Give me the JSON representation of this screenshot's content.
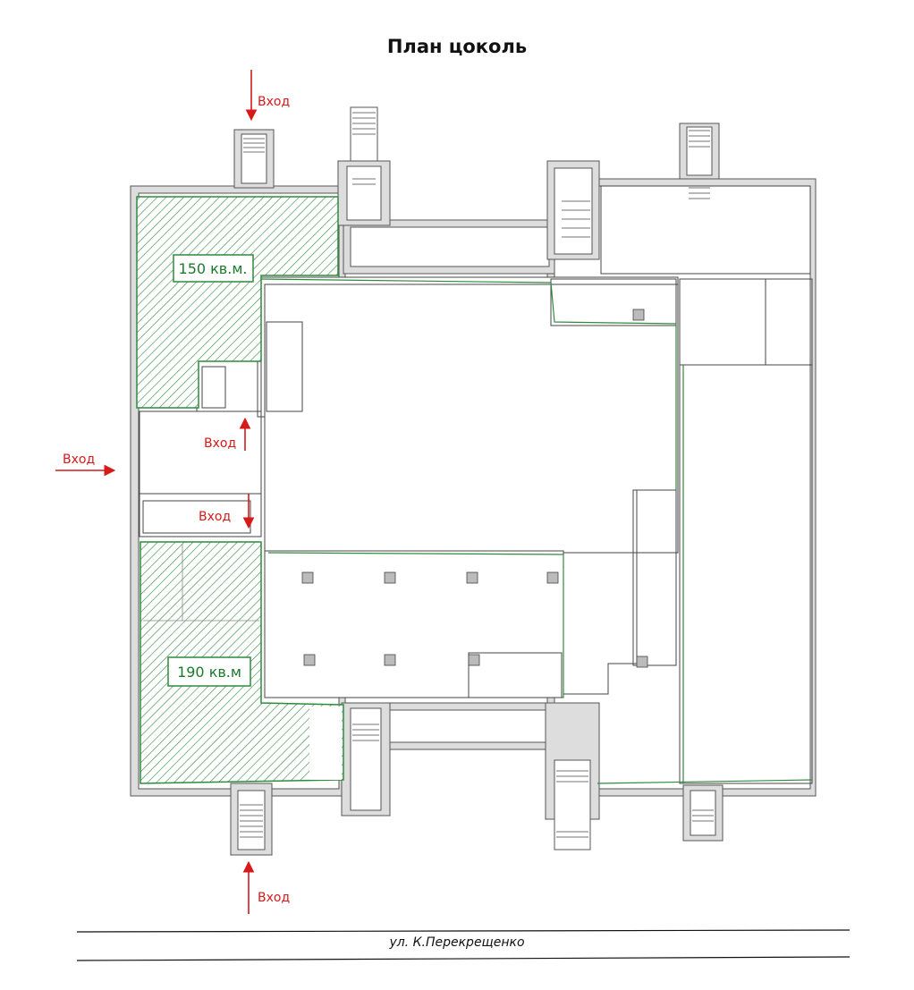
{
  "title": "План цоколь",
  "entry_label": "Вход",
  "areas": {
    "north": "150 кв.м.",
    "south": "190 кв.м"
  },
  "street": "ул. К.Перекрещенко",
  "colors": {
    "highlight": "#2e8b3e",
    "arrow": "#d61a1a",
    "wall": "#c8c8c8"
  }
}
